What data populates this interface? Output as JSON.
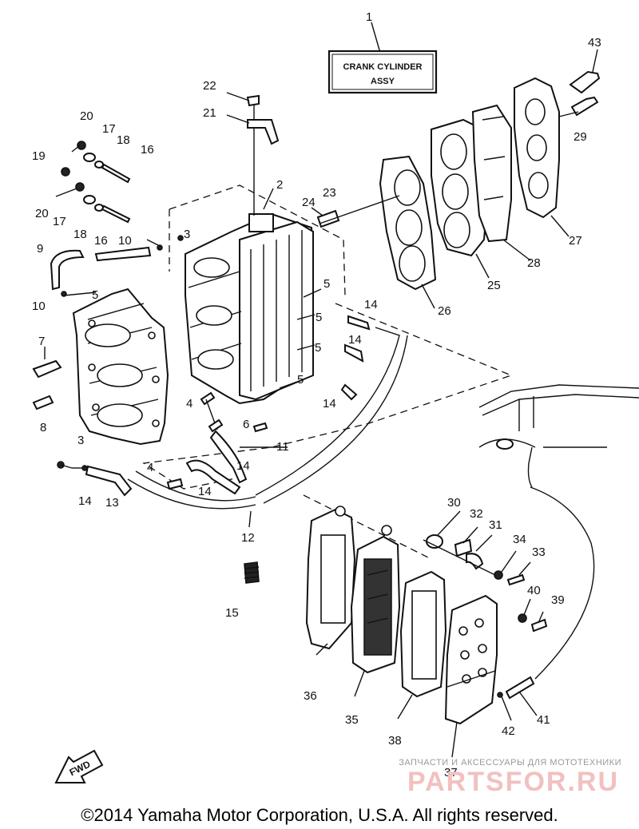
{
  "assembly": {
    "number": "1",
    "line1": "CRANK CYLINDER",
    "line2": "ASSY"
  },
  "callouts": [
    {
      "id": "c2",
      "text": "2"
    },
    {
      "id": "c3a",
      "text": "3"
    },
    {
      "id": "c3b",
      "text": "3"
    },
    {
      "id": "c4a",
      "text": "4"
    },
    {
      "id": "c4b",
      "text": "4"
    },
    {
      "id": "c5a",
      "text": "5"
    },
    {
      "id": "c5b",
      "text": "5"
    },
    {
      "id": "c5c",
      "text": "5"
    },
    {
      "id": "c5d",
      "text": "5"
    },
    {
      "id": "c5e",
      "text": "5"
    },
    {
      "id": "c6",
      "text": "6"
    },
    {
      "id": "c7",
      "text": "7"
    },
    {
      "id": "c8",
      "text": "8"
    },
    {
      "id": "c9",
      "text": "9"
    },
    {
      "id": "c10a",
      "text": "10"
    },
    {
      "id": "c10b",
      "text": "10"
    },
    {
      "id": "c11",
      "text": "11"
    },
    {
      "id": "c12",
      "text": "12"
    },
    {
      "id": "c13",
      "text": "13"
    },
    {
      "id": "c14a",
      "text": "14"
    },
    {
      "id": "c14b",
      "text": "14"
    },
    {
      "id": "c14c",
      "text": "14"
    },
    {
      "id": "c14d",
      "text": "14"
    },
    {
      "id": "c14e",
      "text": "14"
    },
    {
      "id": "c14f",
      "text": "14"
    },
    {
      "id": "c15",
      "text": "15"
    },
    {
      "id": "c16a",
      "text": "16"
    },
    {
      "id": "c16b",
      "text": "16"
    },
    {
      "id": "c17a",
      "text": "17"
    },
    {
      "id": "c17b",
      "text": "17"
    },
    {
      "id": "c18a",
      "text": "18"
    },
    {
      "id": "c18b",
      "text": "18"
    },
    {
      "id": "c19",
      "text": "19"
    },
    {
      "id": "c20a",
      "text": "20"
    },
    {
      "id": "c20b",
      "text": "20"
    },
    {
      "id": "c21",
      "text": "21"
    },
    {
      "id": "c22",
      "text": "22"
    },
    {
      "id": "c23",
      "text": "23"
    },
    {
      "id": "c24",
      "text": "24"
    },
    {
      "id": "c25",
      "text": "25"
    },
    {
      "id": "c26",
      "text": "26"
    },
    {
      "id": "c27",
      "text": "27"
    },
    {
      "id": "c28",
      "text": "28"
    },
    {
      "id": "c29",
      "text": "29"
    },
    {
      "id": "c30",
      "text": "30"
    },
    {
      "id": "c31",
      "text": "31"
    },
    {
      "id": "c32",
      "text": "32"
    },
    {
      "id": "c33",
      "text": "33"
    },
    {
      "id": "c34",
      "text": "34"
    },
    {
      "id": "c35",
      "text": "35"
    },
    {
      "id": "c36",
      "text": "36"
    },
    {
      "id": "c37",
      "text": "37"
    },
    {
      "id": "c38",
      "text": "38"
    },
    {
      "id": "c39",
      "text": "39"
    },
    {
      "id": "c40",
      "text": "40"
    },
    {
      "id": "c41",
      "text": "41"
    },
    {
      "id": "c42",
      "text": "42"
    },
    {
      "id": "c43",
      "text": "43"
    }
  ],
  "fwd_label": "FWD",
  "watermark": {
    "line1": "ЗАПЧАСТИ И АКСЕССУАРЫ ДЛЯ МОТОТЕХНИКИ",
    "line2": "PARTSFOR.RU"
  },
  "copyright": "©2014 Yamaha Motor Corporation, U.S.A. All rights reserved."
}
